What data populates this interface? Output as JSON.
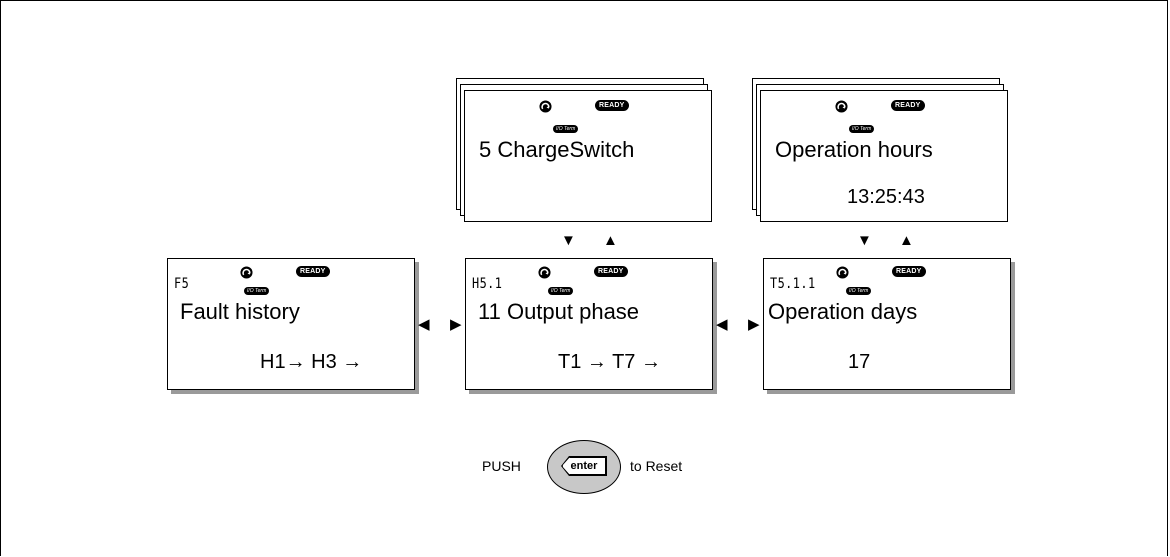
{
  "panels": {
    "charge_switch": {
      "line1": "5 ChargeSwitch",
      "ready": "READY",
      "io": "I/O Term"
    },
    "op_hours": {
      "line1": "Operation hours",
      "line2": "13:25:43",
      "ready": "READY",
      "io": "I/O Term"
    },
    "fault_history": {
      "code": "F5",
      "line1": "Fault history",
      "line2": "H1→ H3 →",
      "ready": "READY",
      "io": "I/O Term"
    },
    "output_phase": {
      "code": "H5.1",
      "line1": "11 Output phase",
      "line2": "T1 → T7 →",
      "ready": "READY",
      "io": "I/O Term"
    },
    "op_days": {
      "code": "T5.1.1",
      "line1": "Operation days",
      "line2": "17",
      "ready": "READY",
      "io": "I/O Term"
    }
  },
  "arrows": {
    "down": "▼",
    "up": "▲",
    "left": "◀",
    "right": "▶"
  },
  "push": {
    "prefix": "PUSH",
    "key_label": "enter",
    "suffix": "to Reset"
  },
  "colors": {
    "key_oval": "#c8c8c8",
    "shadow": "#9a9a9a"
  }
}
